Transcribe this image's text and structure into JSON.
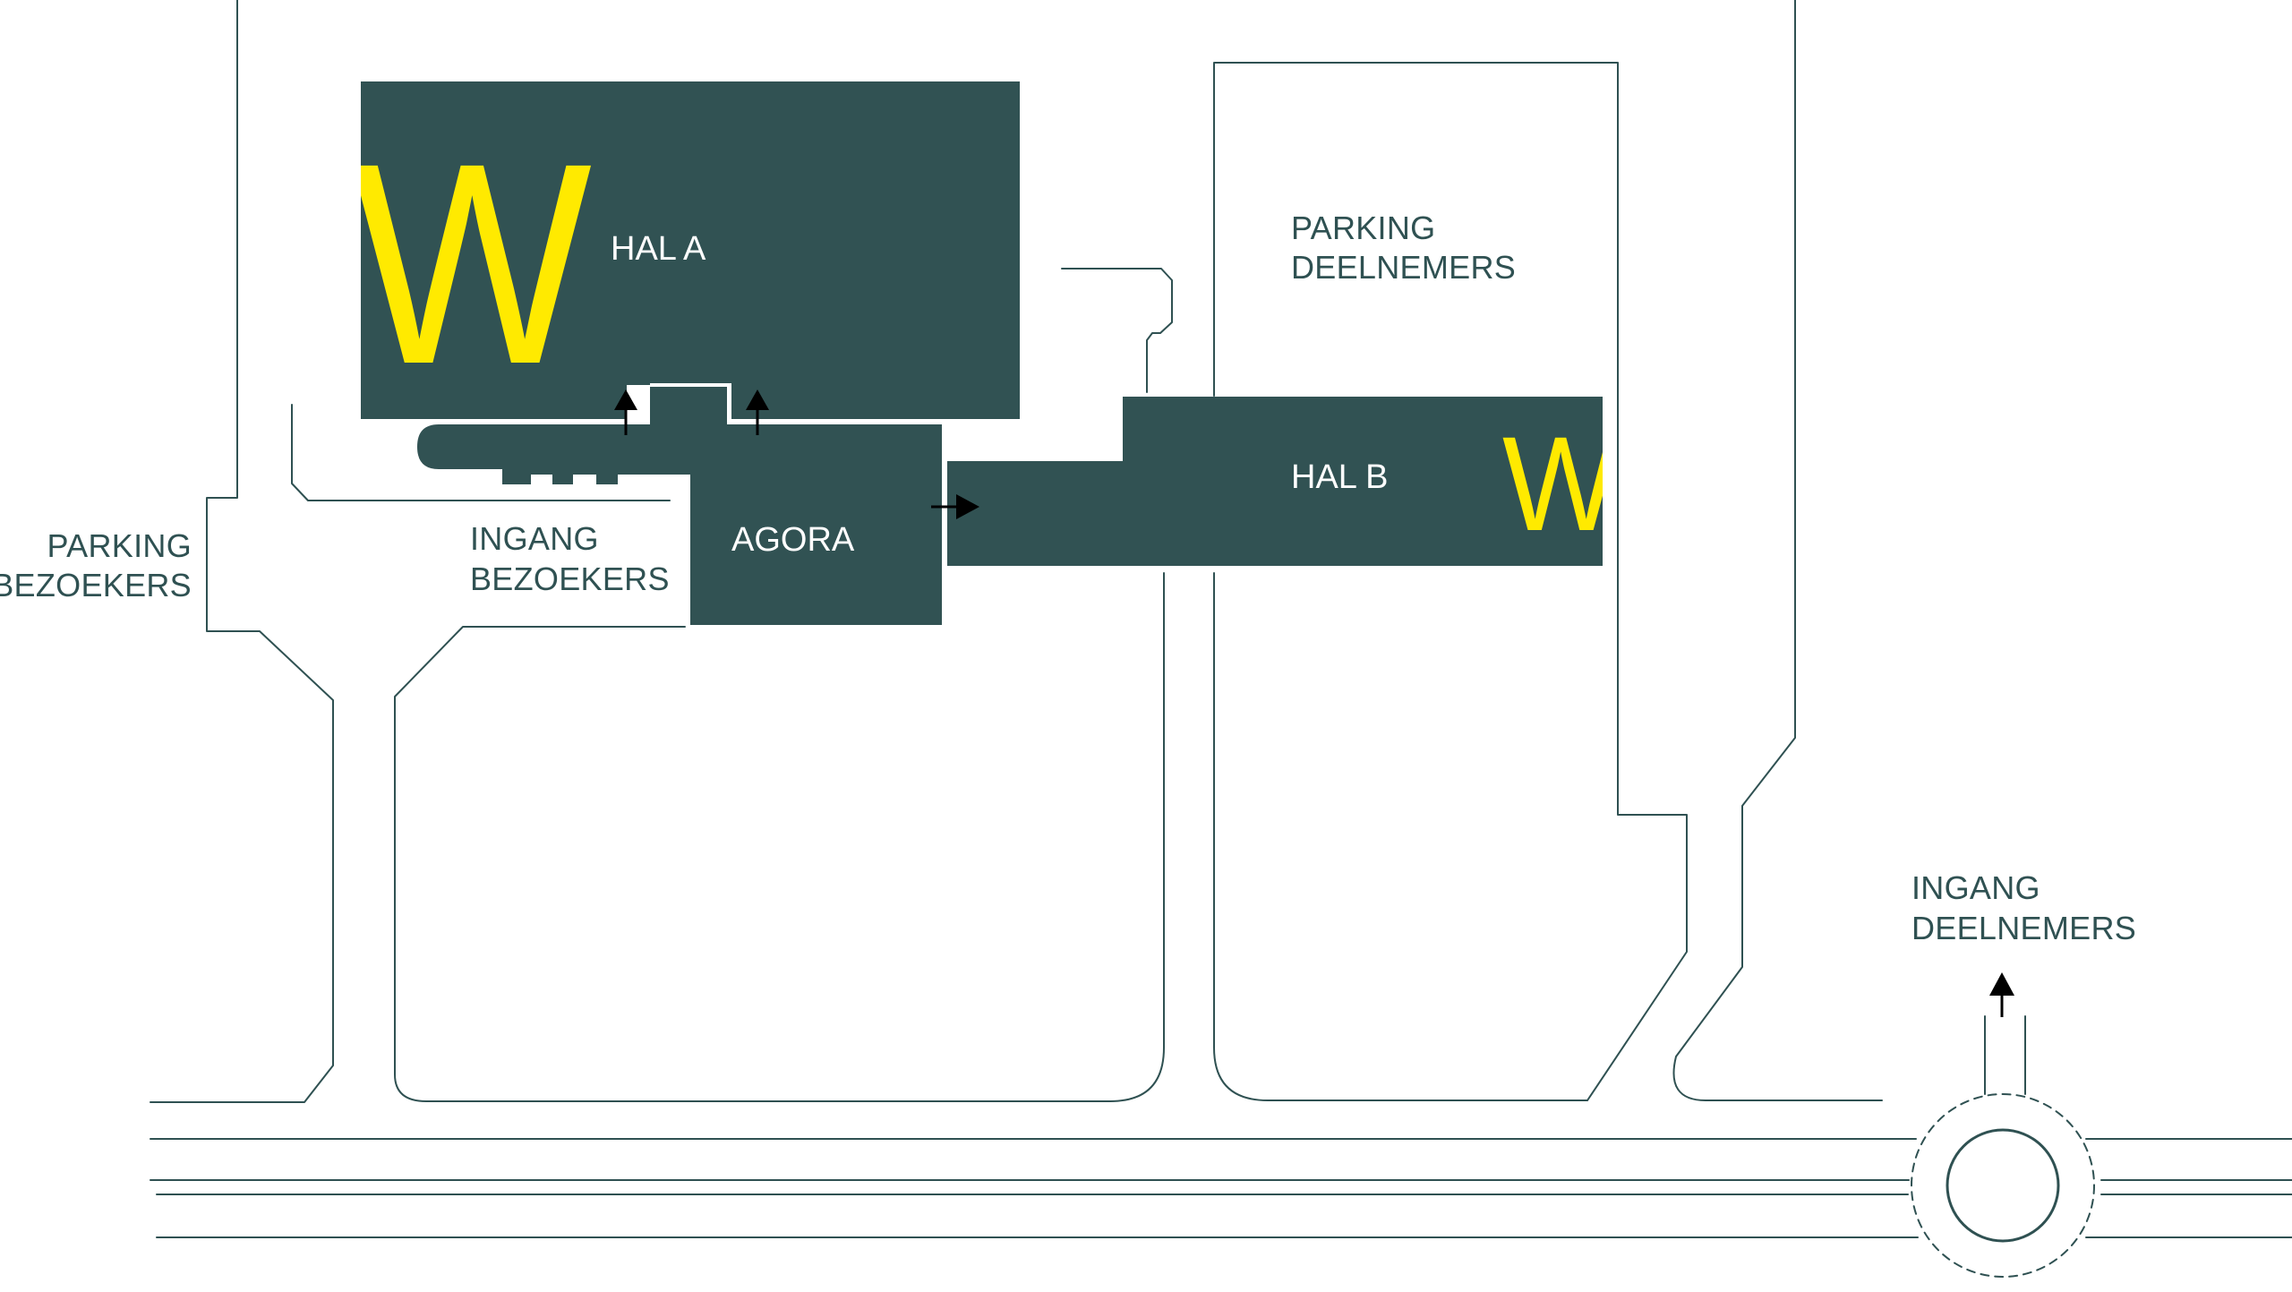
{
  "colors": {
    "building": "#315253",
    "road": "#2f5152",
    "accent": "#ffea00",
    "label_dark": "#2f5152",
    "label_light": "#ffffff",
    "background": "#ffffff"
  },
  "halls": {
    "hal_a": {
      "label": "HAL A",
      "marker": "W"
    },
    "hal_b": {
      "label": "HAL B",
      "marker": "W"
    },
    "agora": {
      "label": "AGORA"
    }
  },
  "parking": {
    "deelnemers": {
      "line1": "PARKING",
      "line2": "DEELNEMERS"
    },
    "bezoekers": {
      "line1": "PARKING",
      "line2": "BEZOEKERS"
    }
  },
  "entrances": {
    "bezoekers": {
      "line1": "INGANG",
      "line2": "BEZOEKERS"
    },
    "deelnemers": {
      "line1": "INGANG",
      "line2": "DEELNEMERS"
    }
  },
  "icons": {
    "entrance_arrow": "arrow-up-icon",
    "passage_arrow": "arrow-right-icon",
    "roundabout": "roundabout-icon"
  }
}
